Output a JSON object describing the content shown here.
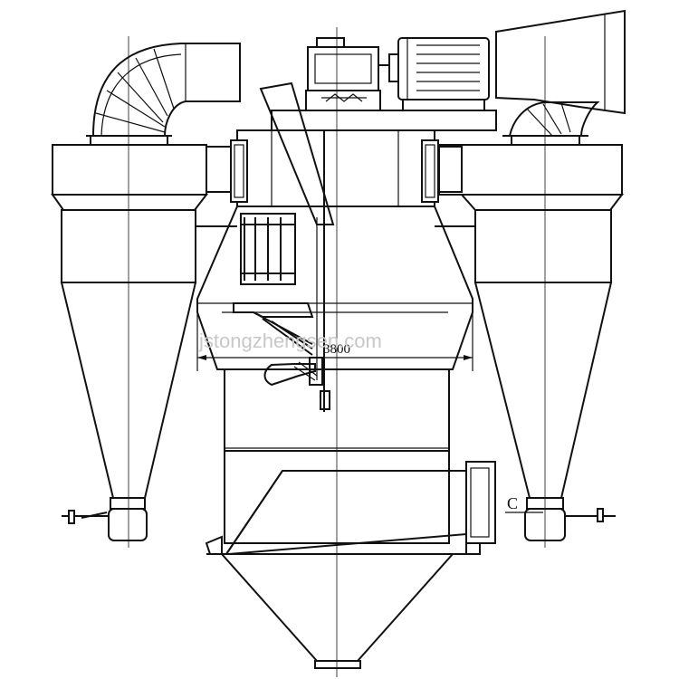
{
  "drawing": {
    "dimension_label": "3800",
    "section_label": "C",
    "watermark": "jstongzhengsen.com",
    "line_color": "#111111",
    "background": "#ffffff",
    "watermark_color": "#c8c8c8"
  }
}
